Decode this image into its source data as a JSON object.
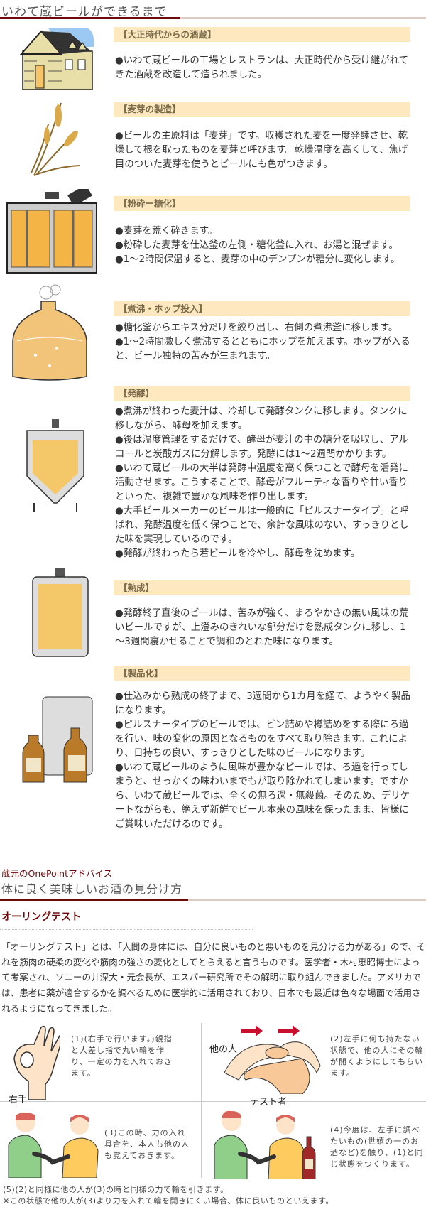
{
  "page_title": "いわて蔵ビールができるまで",
  "sections": [
    {
      "heading": "【大正時代からの酒蔵】",
      "image": "brewery-building-illustration",
      "items": [
        "●いわて蔵ビールの工場とレストランは、大正時代から受け継がれてきた酒蔵を改造して造られました。"
      ]
    },
    {
      "heading": "【麦芽の製造】",
      "image": "barley-illustration",
      "items": [
        "●ビールの主原料は「麦芽」です。収穫された麦を一度発酵させ、乾燥して根を取ったものを麦芽と呼びます。乾燥温度を高くして、焦げ目のついた麦芽を使うとビールにも色がつきます。"
      ]
    },
    {
      "heading": "【粉砕ー糖化】",
      "image": "mash-tun-illustration",
      "items": [
        "●麦芽を荒く砕きます。",
        "●粉砕した麦芽を仕込釜の左側・糖化釜に入れ、お湯と混ぜます。",
        "●1～2時間保温すると、麦芽の中のデンプンが糖分に変化します。"
      ]
    },
    {
      "heading": "【煮沸・ホップ投入】",
      "image": "boiling-kettle-illustration",
      "items": [
        "●糖化釜からエキス分だけを絞り出し、右側の煮沸釜に移します。",
        "●1～2時間激しく煮沸するとともにホップを加えます。ホップが入ると、ビール独特の苦みが生まれます。"
      ]
    },
    {
      "heading": "【発酵】",
      "image": "fermentation-tank-illustration",
      "items": [
        "●煮沸が終わった麦汁は、冷却して発酵タンクに移します。タンクに移しながら、酵母を加えます。",
        "●後は温度管理をするだけで、酵母が麦汁の中の糖分を吸収し、アルコールと炭酸ガスに分解します。発酵には1～2週間かかります。",
        "●いわて蔵ビールの大半は発酵中温度を高く保つことで酵母を活発に活動させます。こうすることで、酵母がフルーティな香りや甘い香りといった、複雑で豊かな風味を作り出します。",
        "●大手ビールメーカーのビールは一般的に「ピルスナータイプ」と呼ばれ、発酵温度を低く保つことで、余計な風味のない、すっきりとした味を実現しているのです。",
        "●発酵が終わったら若ビールを冷やし、酵母を沈めます。"
      ]
    },
    {
      "heading": "【熟成】",
      "image": "maturation-tank-illustration",
      "items": [
        "●発酵終了直後のビールは、苦みが強く、まろやかさの無い風味の荒いビールですが、上澄みのきれいな部分だけを熟成タンクに移し、1～3週間寝かせることで調和のとれた味になります。"
      ]
    },
    {
      "heading": "【製品化】",
      "image": "bottles-keg-illustration",
      "items": [
        "●仕込みから熟成の終了まで、3週間から1カ月を経て、ようやく製品になります。",
        "●ピルスナータイプのビールでは、ビン詰めや樽詰めをする際にろ過を行い、味の変化の原因となるものをすべて取り除きます。これにより、日持ちの良い、すっきりとした味のビールになります。",
        "●いわて蔵ビールのように風味が豊かなビールでは、ろ過を行ってしまうと、せっかくの味わいまでもが取り除かれてしまいます。ですから、いわて蔵ビールでは、全くの無ろ過・無殺菌。そのため、デリケートながらも、絶えず新鮮でビール本来の風味を保ったまま、皆様にご賞味いただけるのです。"
      ]
    }
  ],
  "advice": {
    "kicker": "蔵元のOnePointアドバイス",
    "title": "体に良く美味しいお酒の見分け方",
    "subtitle": "オーリングテスト",
    "paragraph": "「オーリングテスト」とは、「人間の身体には、自分に良いものと悪いものを見分ける力がある」ので、それを筋肉の硬柔の変化や筋肉の強さの変化としてとらえると言うものです。医学者・木村恵昭博士によって考案され、ソニーの井深大・元会長が、エスパー研究所でその解明に取り組んできました。アメリカでは、患者に薬が適合するかを調べるために医学的に活用されており、日本でも最近は色々な場面で活用されるようになってきました。",
    "steps": [
      {
        "text": "(1)(右手で行います。)親指と人差し指で丸い輪を作り、一定の力を入れておきます。",
        "labels": [
          "右手"
        ]
      },
      {
        "text": "(2)左手に何も持たない状態で、他の人にその輪が開くようにしてもらいます。",
        "labels": [
          "他の人",
          "テスト者"
        ]
      },
      {
        "text": "(3)この時、力の入れ具合を、本人も他の人も覚えておきます。",
        "labels": []
      },
      {
        "text": "(4)今度は、左手に調べたいもの(世嬉の一のお酒など)を触り、(1)と同じ状態をつくります。",
        "labels": []
      }
    ],
    "notes": [
      "(5)(2)と同様に他の人が(3)の時と同様の力で輪を引きます。",
      "※この状態で他の人が(3)より力を入れて輪を開きにくい場合、体に良いものといえます。"
    ]
  },
  "colors": {
    "accent": "#6b0a0a",
    "heading_bg": "#fde8bf",
    "bar_light": "#dccbc2",
    "arrow": "#c8102e"
  }
}
